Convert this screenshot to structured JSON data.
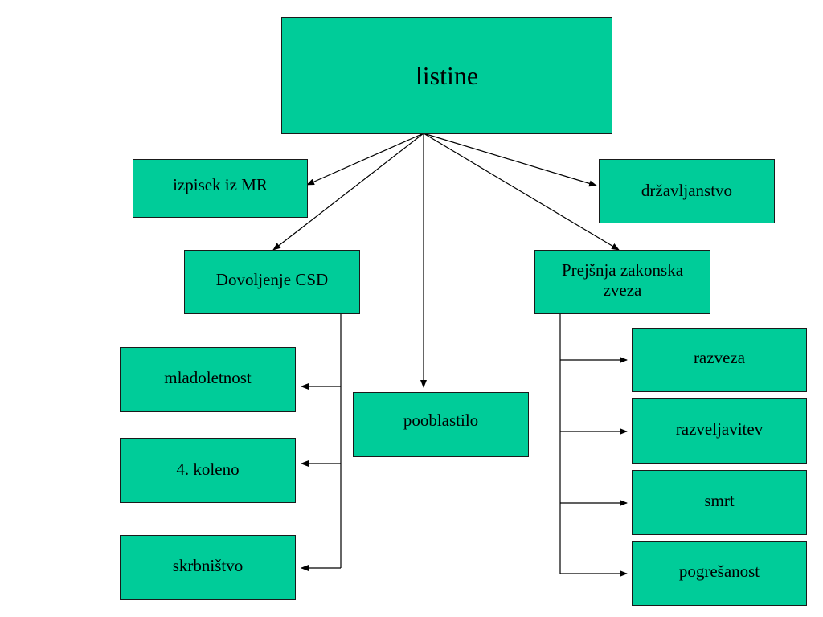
{
  "colors": {
    "box_fill": "#00CC99",
    "line": "#000000",
    "border": "#1a1a1a"
  },
  "nodes": {
    "root": "listine",
    "izpisek": "izpisek iz MR",
    "drzavljanstvo": "državljanstvo",
    "dovoljenje": "Dovoljenje CSD",
    "prejsnja": "Prejšnja zakonska zveza",
    "pooblastilo": "pooblastilo",
    "mladoletnost": "mladoletnost",
    "koleno": "4. koleno",
    "skrbnistvo": "skrbništvo",
    "razveza": "razveza",
    "razveljavitev": "razveljavitev",
    "smrt": "smrt",
    "pogresanost": "pogrešanost"
  },
  "edges": [
    [
      "root",
      "izpisek"
    ],
    [
      "root",
      "drzavljanstvo"
    ],
    [
      "root",
      "dovoljenje"
    ],
    [
      "root",
      "prejsnja"
    ],
    [
      "root",
      "pooblastilo"
    ],
    [
      "dovoljenje",
      "mladoletnost"
    ],
    [
      "dovoljenje",
      "koleno"
    ],
    [
      "dovoljenje",
      "skrbnistvo"
    ],
    [
      "prejsnja",
      "razveza"
    ],
    [
      "prejsnja",
      "razveljavitev"
    ],
    [
      "prejsnja",
      "smrt"
    ],
    [
      "prejsnja",
      "pogresanost"
    ]
  ]
}
